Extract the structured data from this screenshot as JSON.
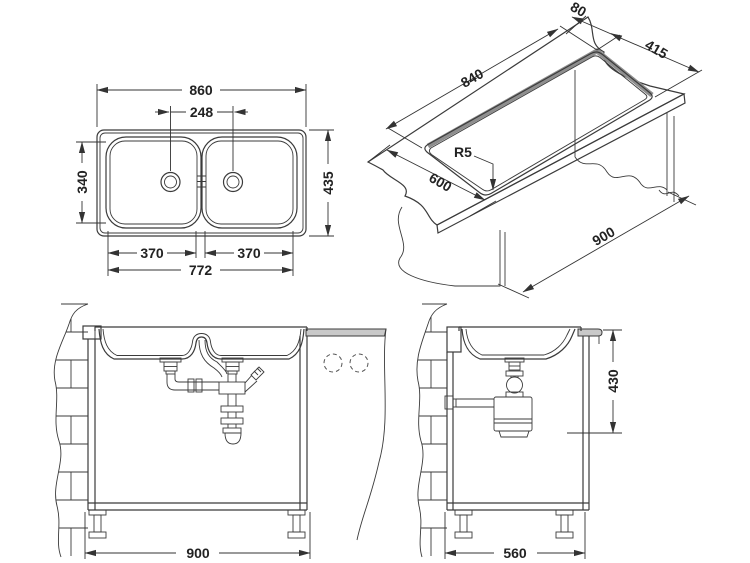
{
  "drawing": {
    "type": "technical-installation-drawing",
    "subject": "double-bowl inset kitchen sink with cabinet and plumbing",
    "colors": {
      "line": "#3b3b3b",
      "counter_fill": "#c9c9c9",
      "cutout_shadow": "#8e8e8e",
      "text": "#222222"
    },
    "dimensions": {
      "plan": {
        "overall_width": "860",
        "drain_spacing": "248",
        "bowl_width": "340",
        "overall_depth": "435",
        "bowl_length_left": "370",
        "bowl_length_right": "370",
        "bowls_span": "772"
      },
      "cutout": {
        "back_offset": "80",
        "cutout_depth": "415",
        "cutout_length": "840",
        "counter_depth": "600",
        "corner_radius": "R5",
        "counter_length": "900"
      },
      "front_section": {
        "cabinet_width": "900"
      },
      "side_section": {
        "drain_height": "430",
        "cabinet_depth": "560"
      }
    }
  }
}
